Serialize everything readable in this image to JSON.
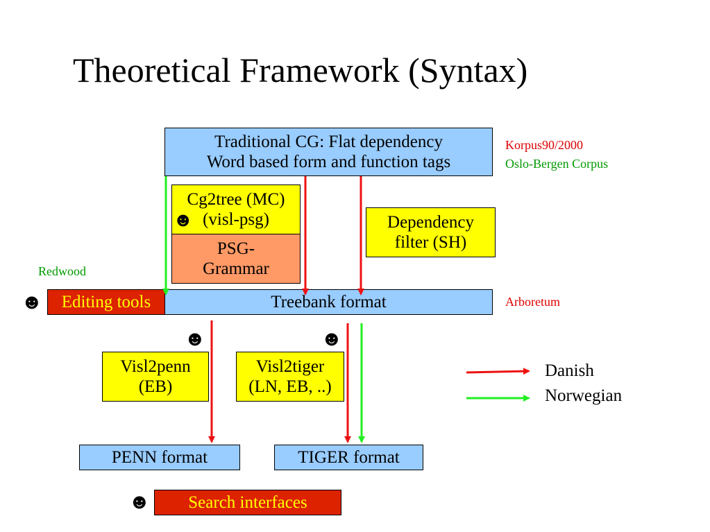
{
  "title": "Theoretical Framework (Syntax)",
  "boxes": {
    "traditional_cg": {
      "line1": "Traditional CG: Flat dependency",
      "line2": "Word based form and function tags"
    },
    "cg2tree": {
      "line1": "Cg2tree (MC)",
      "line2": "(visl-psg)"
    },
    "psg_grammar": {
      "line1": "PSG-",
      "line2": "Grammar"
    },
    "dependency_filter": {
      "line1": "Dependency",
      "line2": "filter (SH)"
    },
    "editing_tools": "Editing tools",
    "treebank_format": "Treebank format",
    "visl2penn": {
      "line1": "Visl2penn",
      "line2": "(EB)"
    },
    "visl2tiger": {
      "line1": "Visl2tiger",
      "line2": "(LN, EB, ..)"
    },
    "penn_format": "PENN format",
    "tiger_format": "TIGER format",
    "search_interfaces": "Search interfaces"
  },
  "notes": {
    "korpus": "Korpus90/2000",
    "oslo_bergen": "Oslo-Bergen Corpus",
    "redwood": "Redwood",
    "arboretum": "Arboretum"
  },
  "legend": {
    "danish": "Danish",
    "norwegian": "Norwegian"
  },
  "smiley_glyph": "☻",
  "colors": {
    "danish_arrow": "#ee1111",
    "norwegian_arrow": "#22ee22",
    "box_blue": "#99ccff",
    "box_yellow": "#ffff00",
    "box_orange": "#ff9966",
    "box_red": "#dd2200",
    "note_red": "#dd0000",
    "note_green": "#009900"
  }
}
